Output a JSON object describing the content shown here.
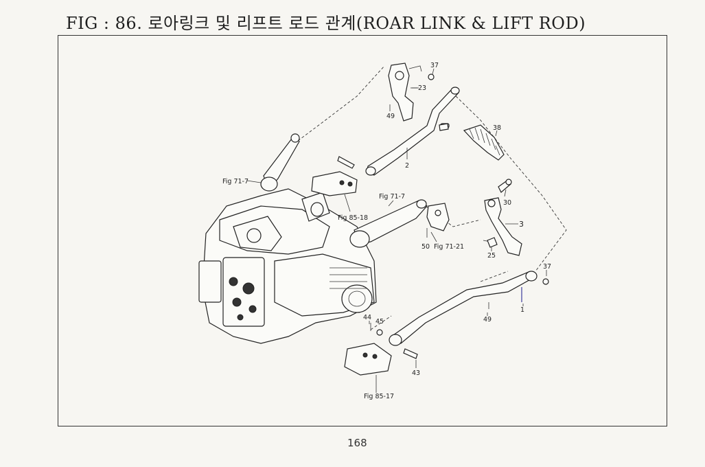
{
  "figure": {
    "title": "FIG : 86. 로아링크 및 리프트 로드 관계(ROAR LINK & LIFT ROD)"
  },
  "callouts": [
    {
      "id": "c37a",
      "label": "37"
    },
    {
      "id": "c23",
      "label": "23"
    },
    {
      "id": "c49a",
      "label": "49"
    },
    {
      "id": "c38",
      "label": "38"
    },
    {
      "id": "c2",
      "label": "2"
    },
    {
      "id": "c30",
      "label": "30"
    },
    {
      "id": "c3",
      "label": "3"
    },
    {
      "id": "c25",
      "label": "25"
    },
    {
      "id": "c37b",
      "label": "37"
    },
    {
      "id": "c1",
      "label": "1"
    },
    {
      "id": "c49b",
      "label": "49"
    },
    {
      "id": "c50",
      "label": "50"
    },
    {
      "id": "c44",
      "label": "44"
    },
    {
      "id": "c45",
      "label": "45"
    },
    {
      "id": "c43",
      "label": "43"
    }
  ],
  "references": [
    {
      "id": "r1",
      "label": "Fig 71-7"
    },
    {
      "id": "r2",
      "label": "Fig 85-18"
    },
    {
      "id": "r3",
      "label": "Fig 71-7"
    },
    {
      "id": "r4",
      "label": "Fig 71-21"
    },
    {
      "id": "r5",
      "label": "Fig 85-17"
    }
  ],
  "page": {
    "number": "168"
  }
}
